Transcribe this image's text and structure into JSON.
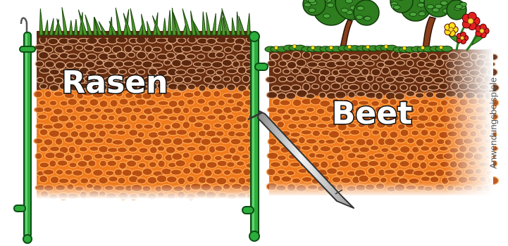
{
  "scene": {
    "left_label": "Rasen",
    "right_label": "Beet",
    "side_caption": "Anwendungsbeispiele"
  },
  "colors": {
    "topsoil": "#6b2f13",
    "subsoil": "#f07a1c",
    "stone_dark": "#5a280f",
    "stone_light": "#e6b28a",
    "stone_orange_dark": "#b44a10",
    "stone_orange_light": "#ffab55",
    "grass": "#4c9a2a",
    "stake": "#2dad3c",
    "anchor_steel": "#bfbfbf",
    "flower_red": "#e32020",
    "flower_yellow": "#ffe21a",
    "tree_foliage": "#2e7d1f",
    "trunk": "#8a3e1b"
  },
  "icons": [
    "grass-blades",
    "garden-border-stake",
    "ground-anchor-spike",
    "shrub",
    "flower"
  ]
}
